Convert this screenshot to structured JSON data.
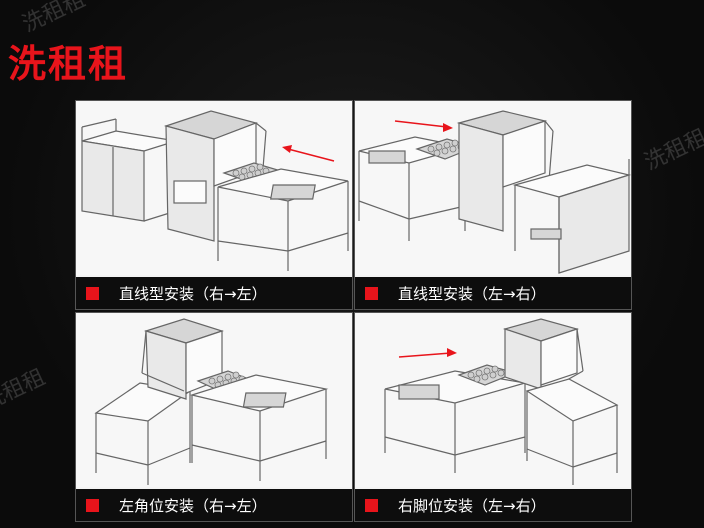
{
  "brand": {
    "title": "洗租租",
    "color": "#e8141b"
  },
  "watermark": "洗租租",
  "panels": [
    {
      "caption": "直线型安装（右→左）"
    },
    {
      "caption": "直线型安装（左→右）"
    },
    {
      "caption": "左角位安装（右→左）"
    },
    {
      "caption": "右脚位安装（左→右）"
    }
  ]
}
